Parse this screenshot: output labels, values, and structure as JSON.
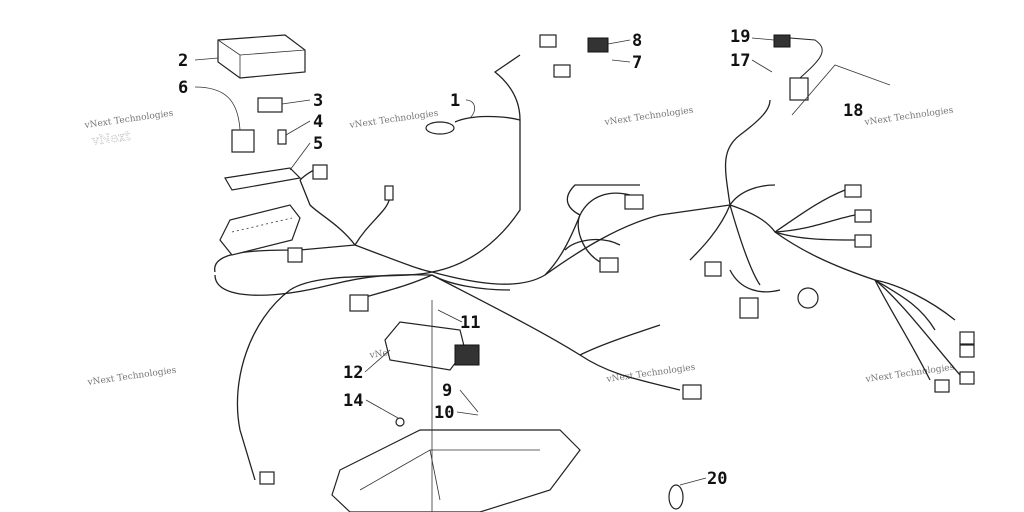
{
  "diagram": {
    "callouts": [
      "1",
      "2",
      "3",
      "4",
      "5",
      "6",
      "7",
      "8",
      "9",
      "10",
      "11",
      "12",
      "14",
      "17",
      "18",
      "19",
      "20"
    ],
    "watermark": "vNext Technologies"
  }
}
